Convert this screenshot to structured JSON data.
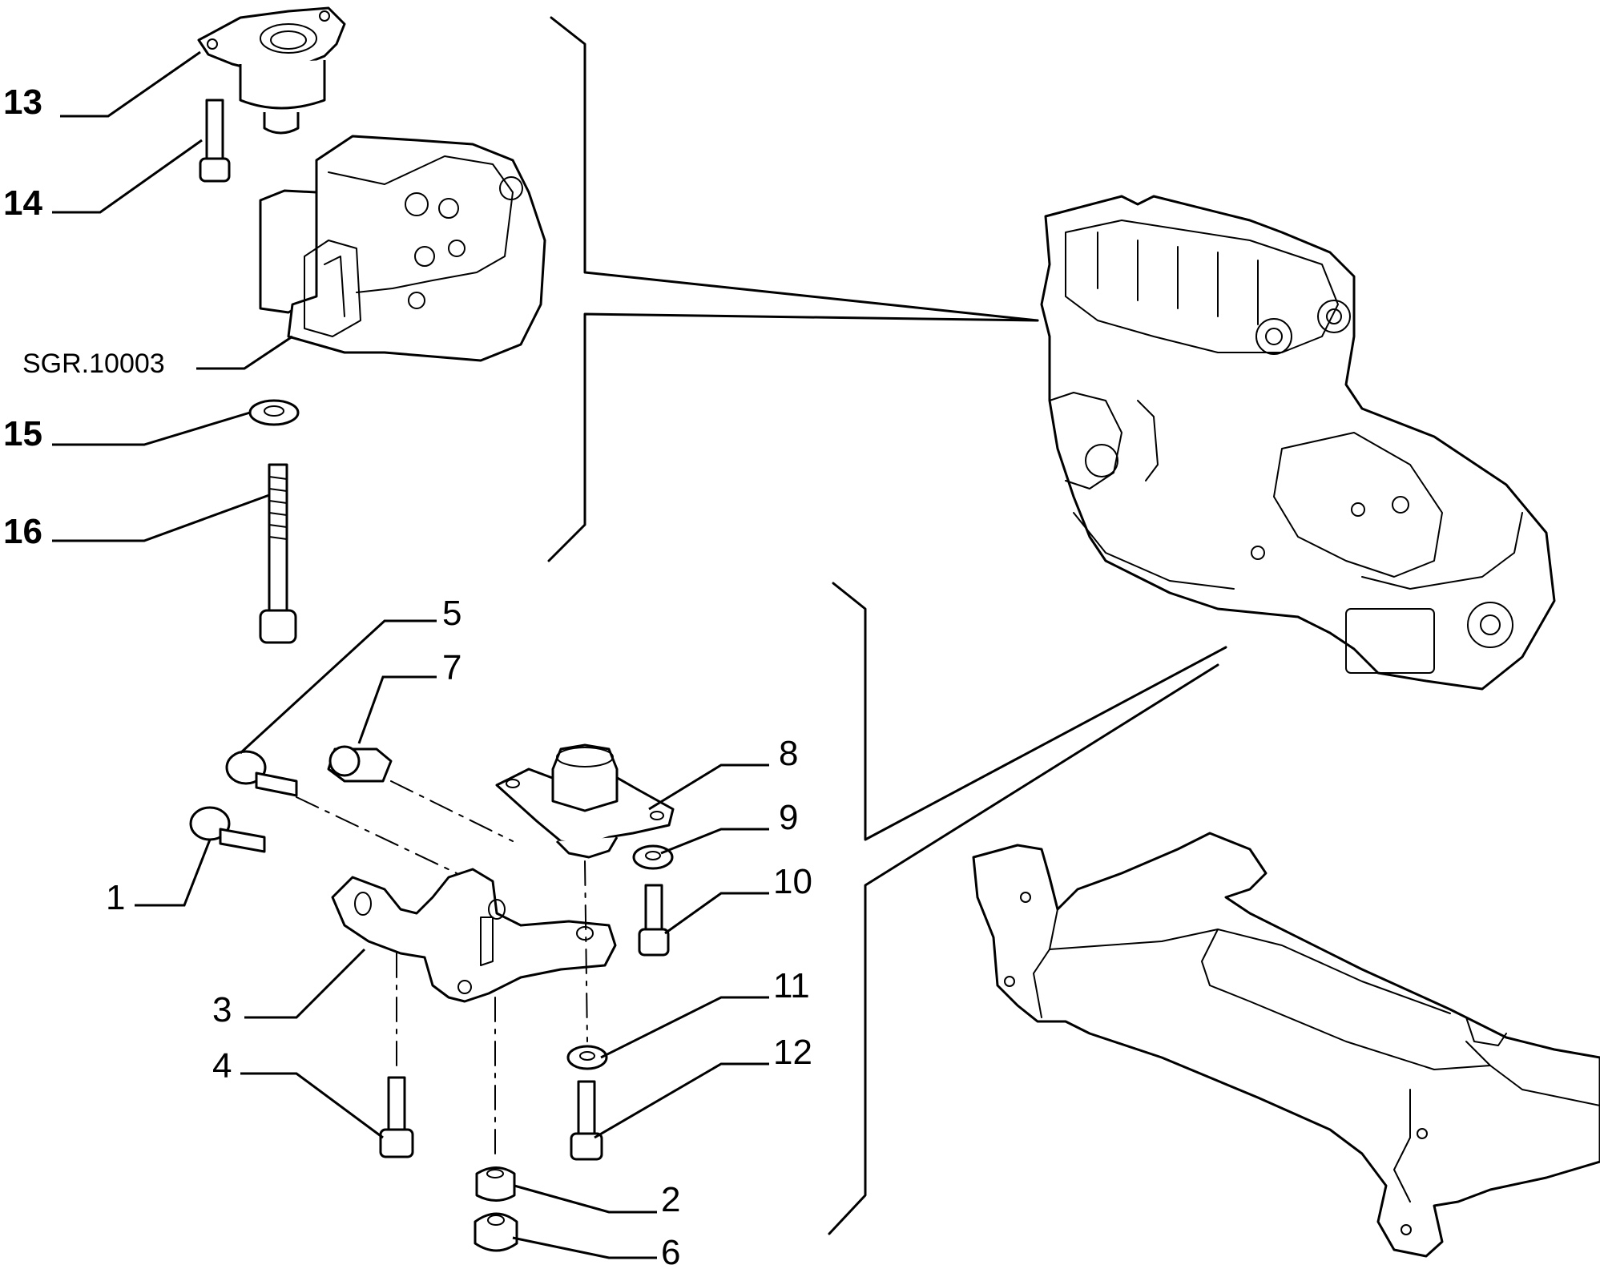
{
  "callouts": {
    "c1": "1",
    "c2": "2",
    "c3": "3",
    "c4": "4",
    "c5": "5",
    "c6": "6",
    "c7": "7",
    "c8": "8",
    "c9": "9",
    "c10": "10",
    "c11": "11",
    "c12": "12",
    "c13": "13",
    "c14": "14",
    "c15": "15",
    "c16": "16",
    "sgr": "SGR.10003"
  }
}
